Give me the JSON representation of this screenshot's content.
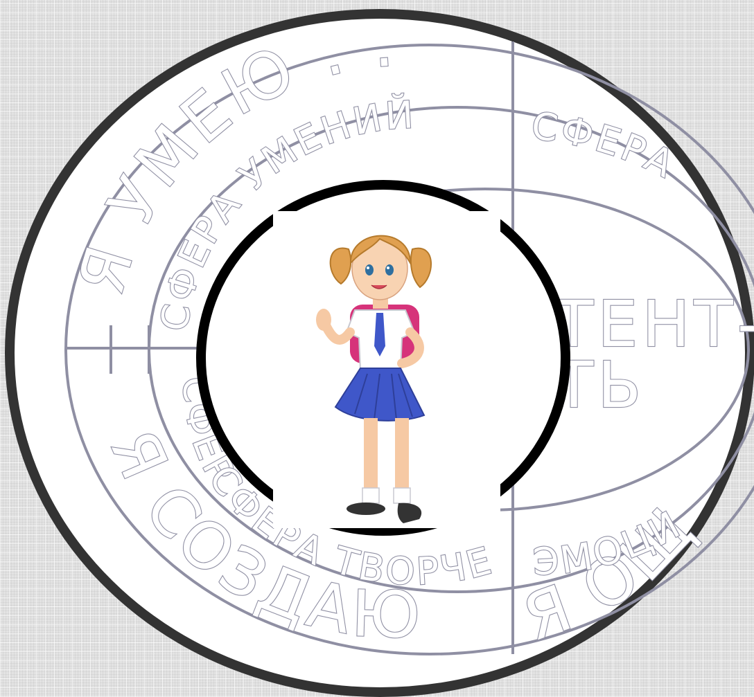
{
  "colors": {
    "background": "#e3e3e3",
    "outer_border": "#333333",
    "ring_lines": "#8f8fa3",
    "center_border": "#000000",
    "skirt": "#3f57c9",
    "backpack": "#d6337a",
    "hair": "#e0a050"
  },
  "outer_ring": {
    "top_left": "Я УМЕЮ . . .",
    "bottom_left": "Я СОЗДАЮ . . .",
    "bottom_right": "Я ОЩ"
  },
  "middle_ring": {
    "top_left": "СФЕРА УМЕНИЙ",
    "top_right": "СФЕРА",
    "left": "СФЕРА",
    "bottom_left": "СФЕРА ТВОРЧЕСТВА",
    "bottom_right": "ЭМОЦИ"
  },
  "inner_right": {
    "line1": "ТЕНТ-",
    "line2": "ТЬ"
  },
  "center": {
    "icon": "schoolgirl-icon"
  }
}
